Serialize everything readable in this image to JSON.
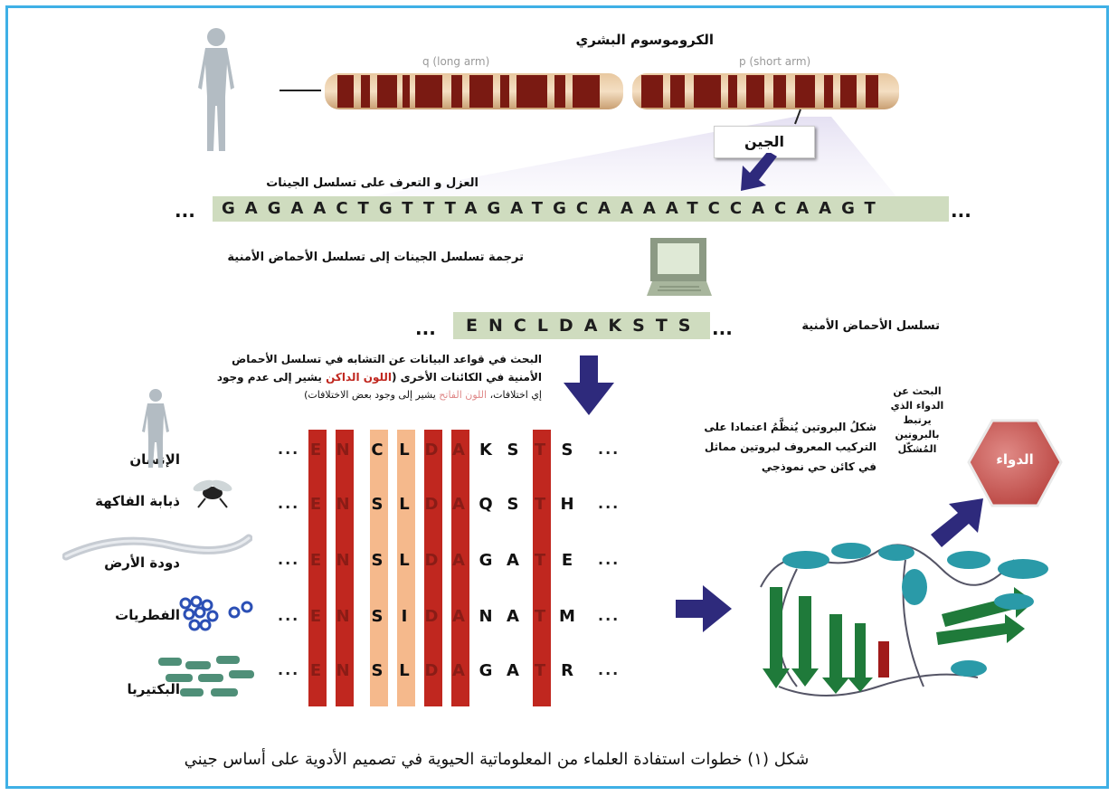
{
  "chromosome": {
    "title": "الكروموسوم البشري",
    "q_label": "q (long arm)",
    "p_label": "p (short arm)",
    "gene_label": "الجين"
  },
  "labels": {
    "isolate": "العزل و التعرف على تسلسل الجينات",
    "translate": "ترجمة تسلسل الجينات إلى تسلسل الأحماض الأمنية",
    "aa_seq_label": "تسلسل الأحماض الأمنية",
    "search_line1": "البحث في قواعد البيانات عن التشابه في تسلسل الأحماض",
    "search_line2_a": "الأمنية في الكائنات الأخرى (",
    "search_line2_dark": "اللون الداكن",
    "search_line2_b": " يشير إلى عدم وجود",
    "search_line3_a": "إي اختلافات، ",
    "search_line3_light": "اللون الفاتح",
    "search_line3_b": " يشير إلى وجود بعض الاختلافات)",
    "protein_shape": [
      "شكلُ البروتين يُنظَّمُ اعتمادا على",
      "التركيب المعروف لبروتين مماثل",
      "في كائن حي نموذجي"
    ],
    "drug_search": [
      "البحث عن",
      "الدواء الذي",
      "يرتبط",
      "بالبروتين",
      "المُشكّل"
    ],
    "drug": "الدواء",
    "caption": "شكل (١) خطوات استفادة العلماء من المعلوماتية الحيوية في تصميم الأدوية على أساس جيني"
  },
  "dna_sequence": "GAGAACTGTTTAGATGCAAAATCCACAAGT",
  "aa_sequence": "ENCLDAKSTS",
  "ellipsis": "...",
  "organisms": [
    {
      "name": "الإنسان",
      "residues": [
        "E",
        "N",
        "C",
        "L",
        "D",
        "A",
        "K",
        "S",
        "T",
        "S"
      ]
    },
    {
      "name": "ذبابة الفاكهة",
      "residues": [
        "E",
        "N",
        "S",
        "L",
        "D",
        "A",
        "Q",
        "S",
        "T",
        "H"
      ]
    },
    {
      "name": "دودة الأرض",
      "residues": [
        "E",
        "N",
        "S",
        "L",
        "D",
        "A",
        "G",
        "A",
        "T",
        "E"
      ]
    },
    {
      "name": "الفطريات",
      "residues": [
        "E",
        "N",
        "S",
        "I",
        "D",
        "A",
        "N",
        "A",
        "T",
        "M"
      ]
    },
    {
      "name": "البكتيريا",
      "residues": [
        "E",
        "N",
        "S",
        "L",
        "D",
        "A",
        "G",
        "A",
        "T",
        "R"
      ]
    }
  ],
  "colors": {
    "conserved": "#c0271f",
    "variable": "#f5b98c",
    "arrow": "#2e2a7c",
    "frame": "#3fb0e6",
    "seq_bg": "#cfdcbf",
    "drug_hex": "#c0504d"
  }
}
